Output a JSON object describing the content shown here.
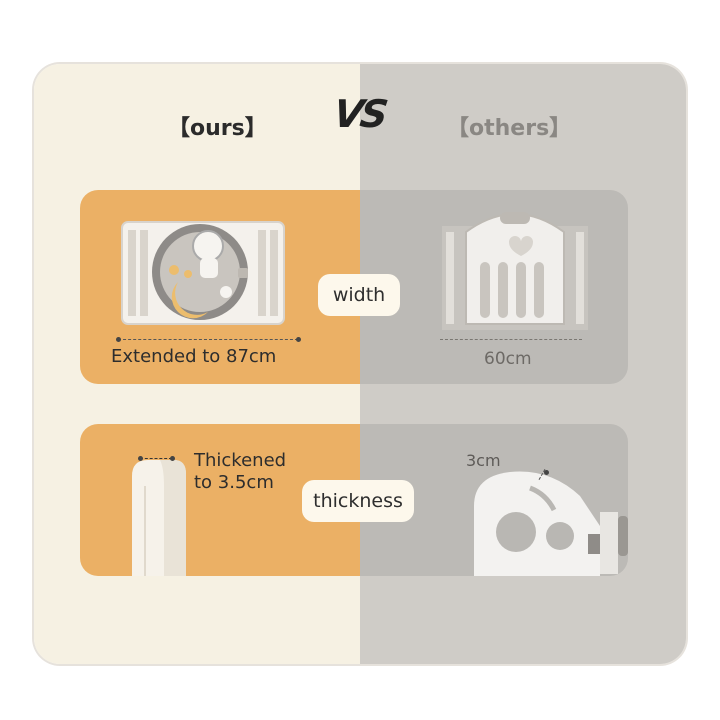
{
  "header": {
    "ours_label": "【ours】",
    "vs_label": "VS",
    "others_label": "【others】"
  },
  "width_row": {
    "pill_label": "width",
    "ours_caption": "Extended to 87cm",
    "others_caption": "60cm"
  },
  "thickness_row": {
    "pill_label": "thickness",
    "ours_caption_line1": "Thickened",
    "ours_caption_line2": "to 3.5cm",
    "others_caption": "3cm"
  },
  "colors": {
    "ours_background": "#f6f1e3",
    "others_background": "#cfccc7",
    "ours_accent": "#ebb065",
    "others_accent": "#bcbab6"
  }
}
